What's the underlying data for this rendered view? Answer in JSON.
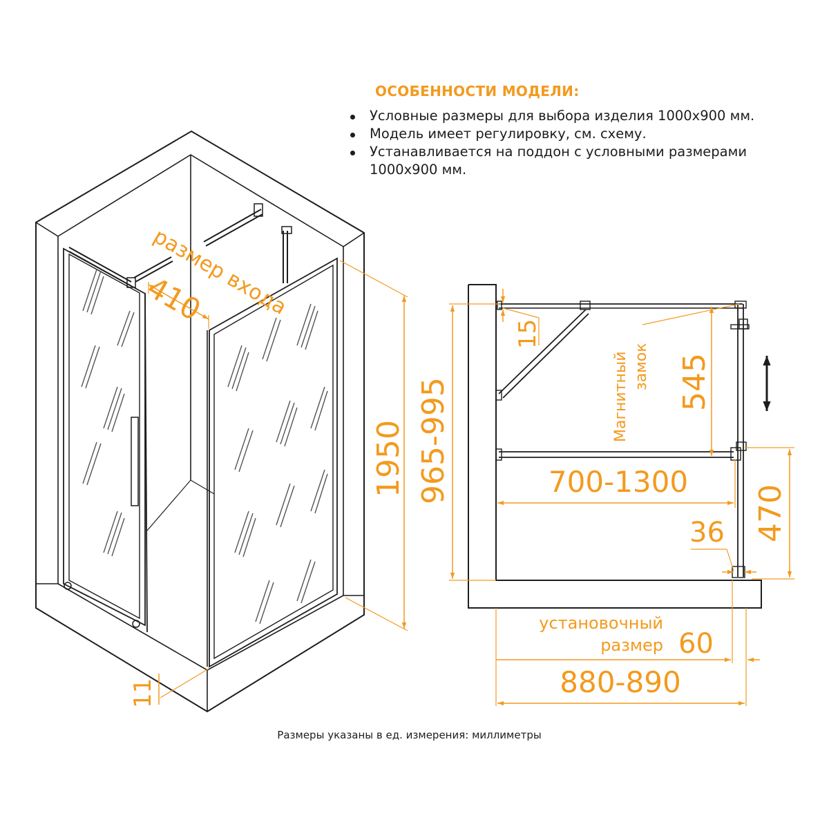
{
  "features": {
    "heading": "ОСОБЕННОСТИ МОДЕЛИ:",
    "items": [
      "Условные размеры для выбора изделия 1000х900 мм.",
      "Модель имеет регулировку,  см.  схему.",
      "Устанавливается на поддон с условными размерами 1000х900 мм."
    ]
  },
  "dimensions": {
    "entrance_label": "размер входа",
    "entrance_width": "410",
    "height_total": "1950",
    "gap_bottom": "11",
    "height_range": "965-995",
    "top_offset": "15",
    "magnet_label_line1": "Магнитный",
    "magnet_label_line2": "замок",
    "magnet_height": "545",
    "rod_length": "700-1300",
    "lower_height": "470",
    "post_width": "36",
    "install_label_line1": "установочный",
    "install_label_line2": "размер",
    "install_offset": "60",
    "width_range": "880-890"
  },
  "footer": "Размеры указаны в ед. измерения: миллиметры",
  "colors": {
    "accent": "#f39a1e",
    "line": "#1d1d1d",
    "text": "#1d1d1d"
  }
}
